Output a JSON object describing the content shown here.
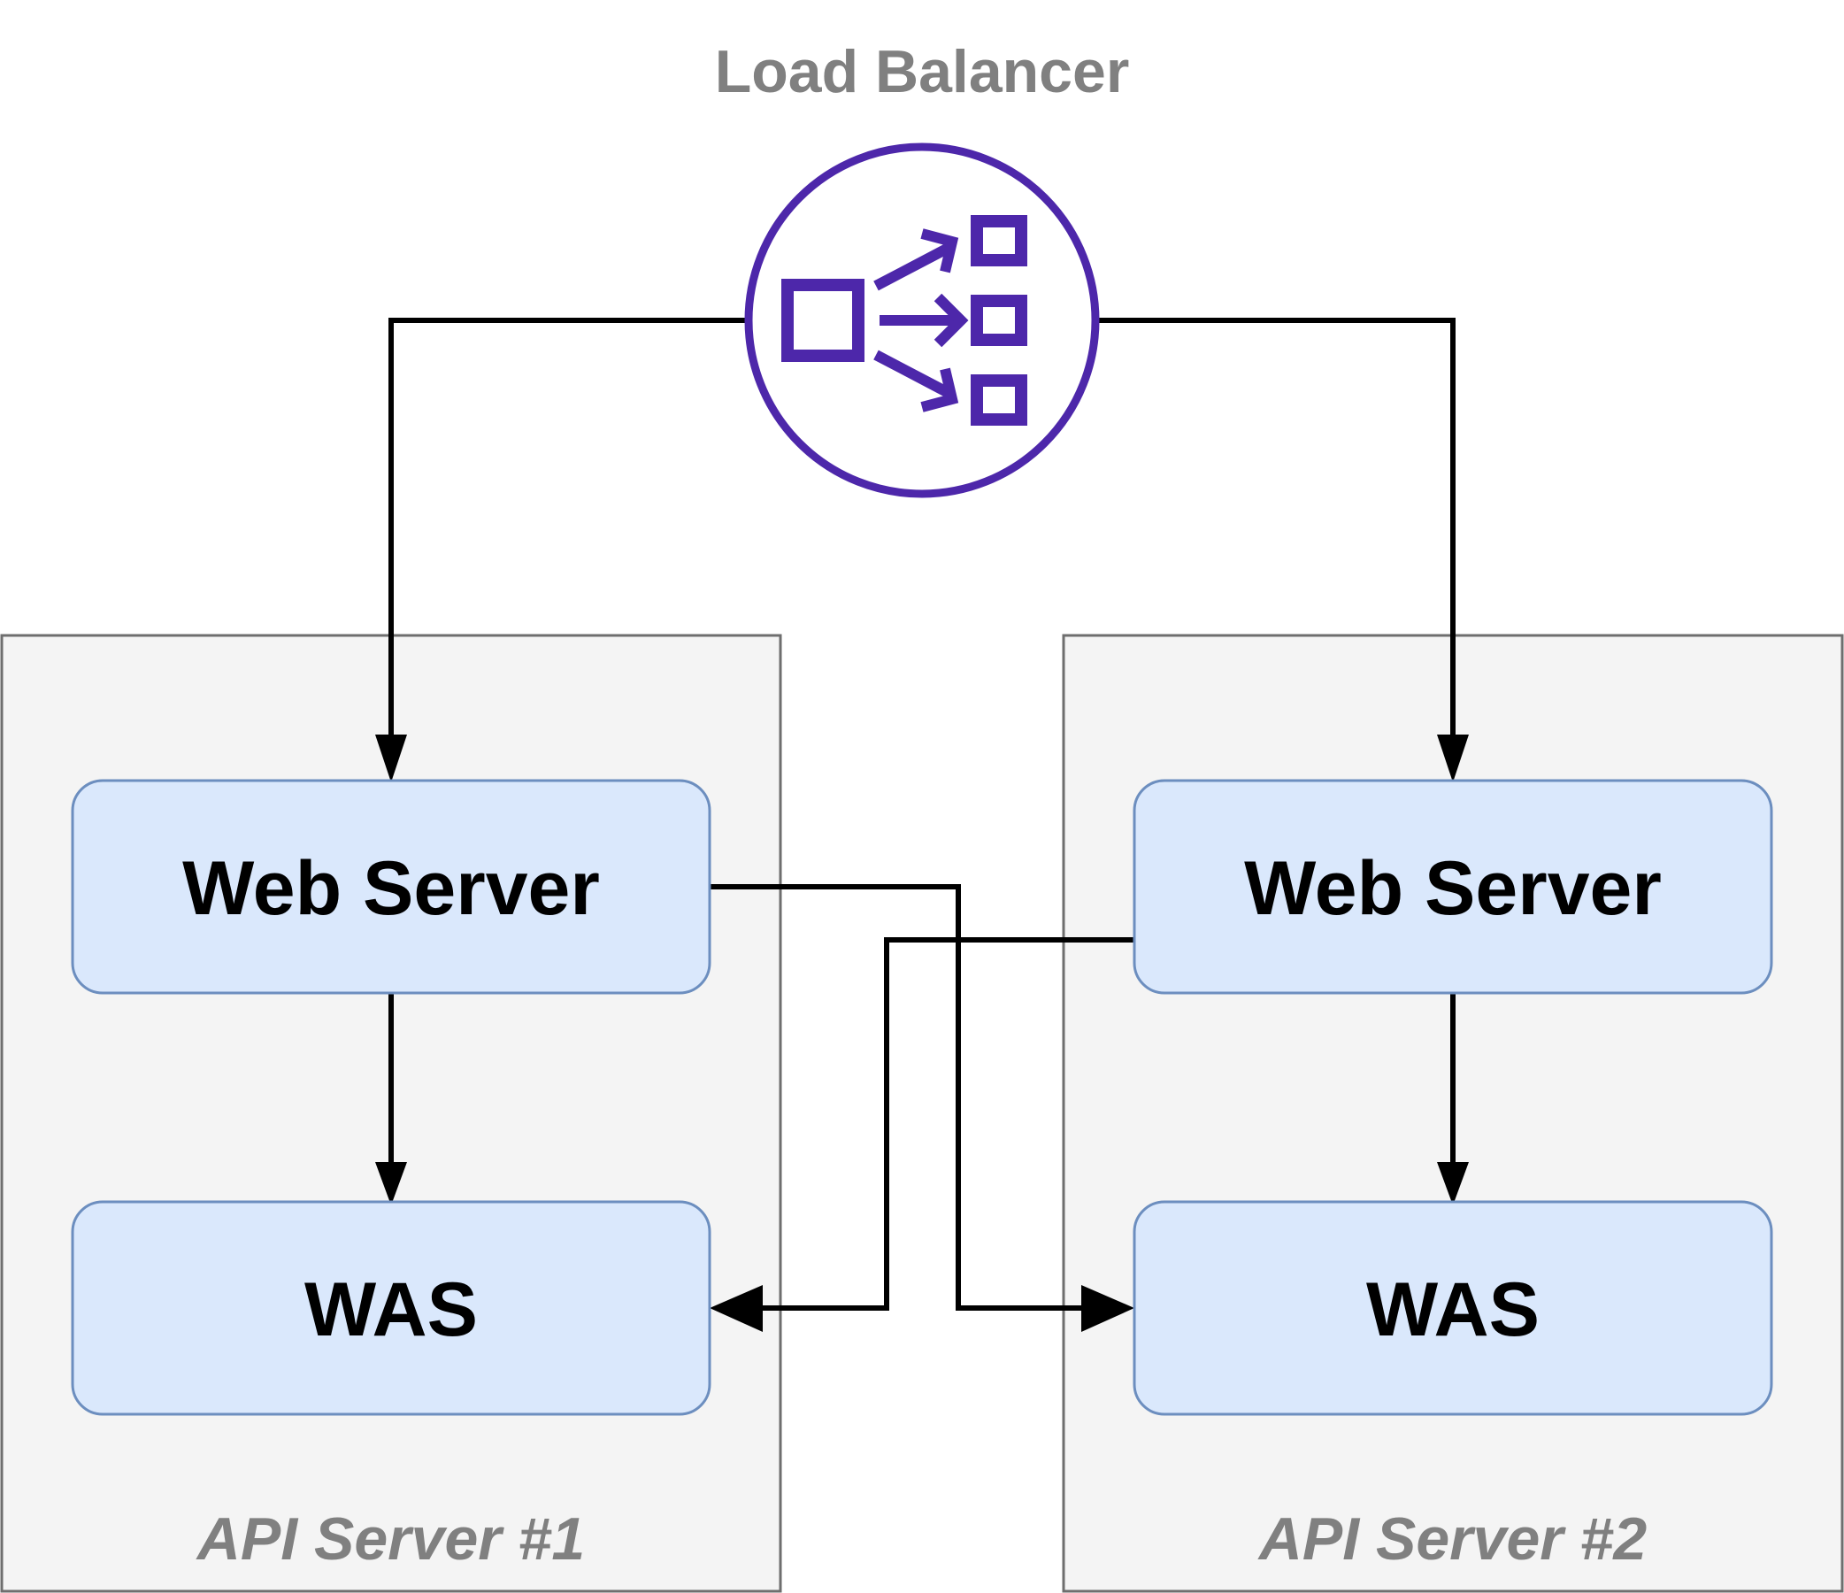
{
  "load_balancer": {
    "label": "Load Balancer",
    "icon": "load-balancer-icon"
  },
  "groups": [
    {
      "label": "API Server #1",
      "nodes": [
        {
          "label": "Web Server"
        },
        {
          "label": "WAS"
        }
      ]
    },
    {
      "label": "API Server #2",
      "nodes": [
        {
          "label": "Web Server"
        },
        {
          "label": "WAS"
        }
      ]
    }
  ],
  "colors": {
    "group_fill": "#f4f4f4",
    "group_stroke": "#6e6e6e",
    "node_fill": "#dae8fc",
    "node_stroke": "#6c8ebf",
    "icon_purple": "#4d27aa",
    "label_gray": "#808080",
    "connector": "#000000"
  }
}
